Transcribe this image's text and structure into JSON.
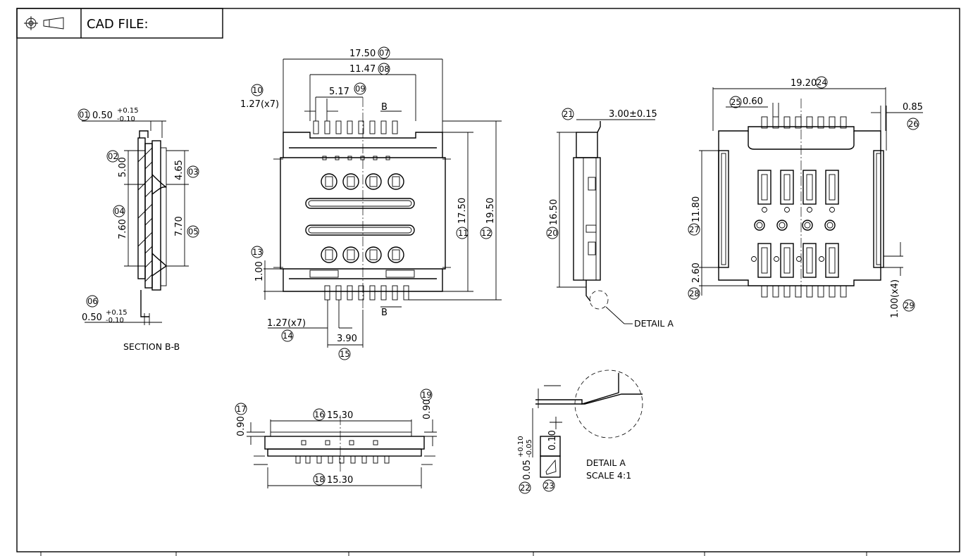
{
  "title_block": {
    "cad_file_label": "CAD FILE:",
    "projection_icon": "first-angle-projection-icon"
  },
  "section_bb": {
    "caption": "SECTION B-B",
    "dims": [
      {
        "id": "01",
        "value": "0.50",
        "tol_plus": "+0.15",
        "tol_minus": "-0.10"
      },
      {
        "id": "02",
        "value": "5.00"
      },
      {
        "id": "03",
        "value": "4.65"
      },
      {
        "id": "04",
        "value": "7.60"
      },
      {
        "id": "05",
        "value": "7.70"
      },
      {
        "id": "06",
        "value": "0.50",
        "tol_plus": "+0.15",
        "tol_minus": "-0.10"
      }
    ]
  },
  "top_view": {
    "dims": [
      {
        "id": "07",
        "value": "17.50"
      },
      {
        "id": "08",
        "value": "11.47"
      },
      {
        "id": "09",
        "value": "5.17"
      },
      {
        "id": "10",
        "value": "1.27(x7)"
      },
      {
        "id": "11",
        "value": "17.50"
      },
      {
        "id": "12",
        "value": "19.50"
      },
      {
        "id": "13",
        "value": "1.00"
      },
      {
        "id": "14",
        "value": "1.27(x7)"
      },
      {
        "id": "15",
        "value": "3.90"
      }
    ],
    "section_label": "B"
  },
  "side_view": {
    "dims": [
      {
        "id": "20",
        "value": "16.50"
      },
      {
        "id": "21",
        "value": "3.00±0.15"
      }
    ],
    "detail_callout": "DETAIL A"
  },
  "bottom_view": {
    "dims": [
      {
        "id": "24",
        "value": "19.20"
      },
      {
        "id": "25",
        "value": "0.60"
      },
      {
        "id": "26",
        "value": "0.85"
      },
      {
        "id": "27",
        "value": "11.80"
      },
      {
        "id": "28",
        "value": "2.60"
      },
      {
        "id": "29",
        "value": "1.00(x4)"
      }
    ]
  },
  "front_view": {
    "dims": [
      {
        "id": "16",
        "value": "15.30"
      },
      {
        "id": "17",
        "value": "0.90"
      },
      {
        "id": "18",
        "value": "15.30"
      },
      {
        "id": "19",
        "value": "0.90"
      }
    ]
  },
  "detail_a": {
    "caption": "DETAIL A",
    "scale": "SCALE 4:1",
    "dims": [
      {
        "id": "22",
        "value": "0.05",
        "tol_plus": "+0.10",
        "tol_minus": "-0.05"
      },
      {
        "id": "23",
        "value": "0.10"
      }
    ]
  }
}
